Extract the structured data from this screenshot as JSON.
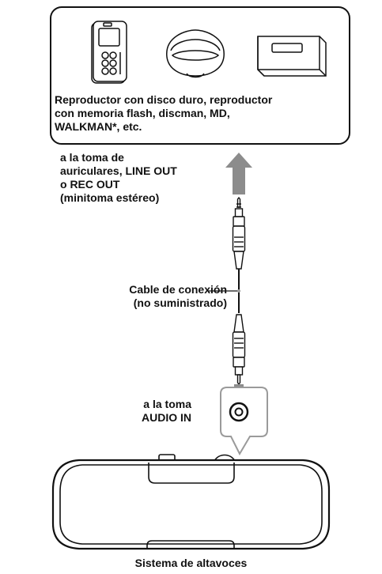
{
  "devices_box": {
    "caption_lines": [
      "Reproductor con disco duro, reproductor",
      "con memoria flash, discman, MD,",
      "WALKMAN*, etc."
    ],
    "icons": [
      "digital-audio-player-icon",
      "discman-icon",
      "md-player-icon"
    ]
  },
  "source_jack_label": {
    "lines": [
      "a la toma de",
      "auriculares, LINE OUT",
      "o REC OUT",
      "(minitoma estéreo)"
    ]
  },
  "cable_label": {
    "lines": [
      "Cable de conexión",
      "(no suministrado)"
    ]
  },
  "input_label": {
    "lines": [
      "a la toma",
      "AUDIO IN"
    ]
  },
  "speaker": {
    "caption": "Sistema de altavoces"
  },
  "colors": {
    "line": "#111111",
    "arrow": "#8c8c8c",
    "cable_grey": "#9a9a9a",
    "background": "#ffffff"
  }
}
